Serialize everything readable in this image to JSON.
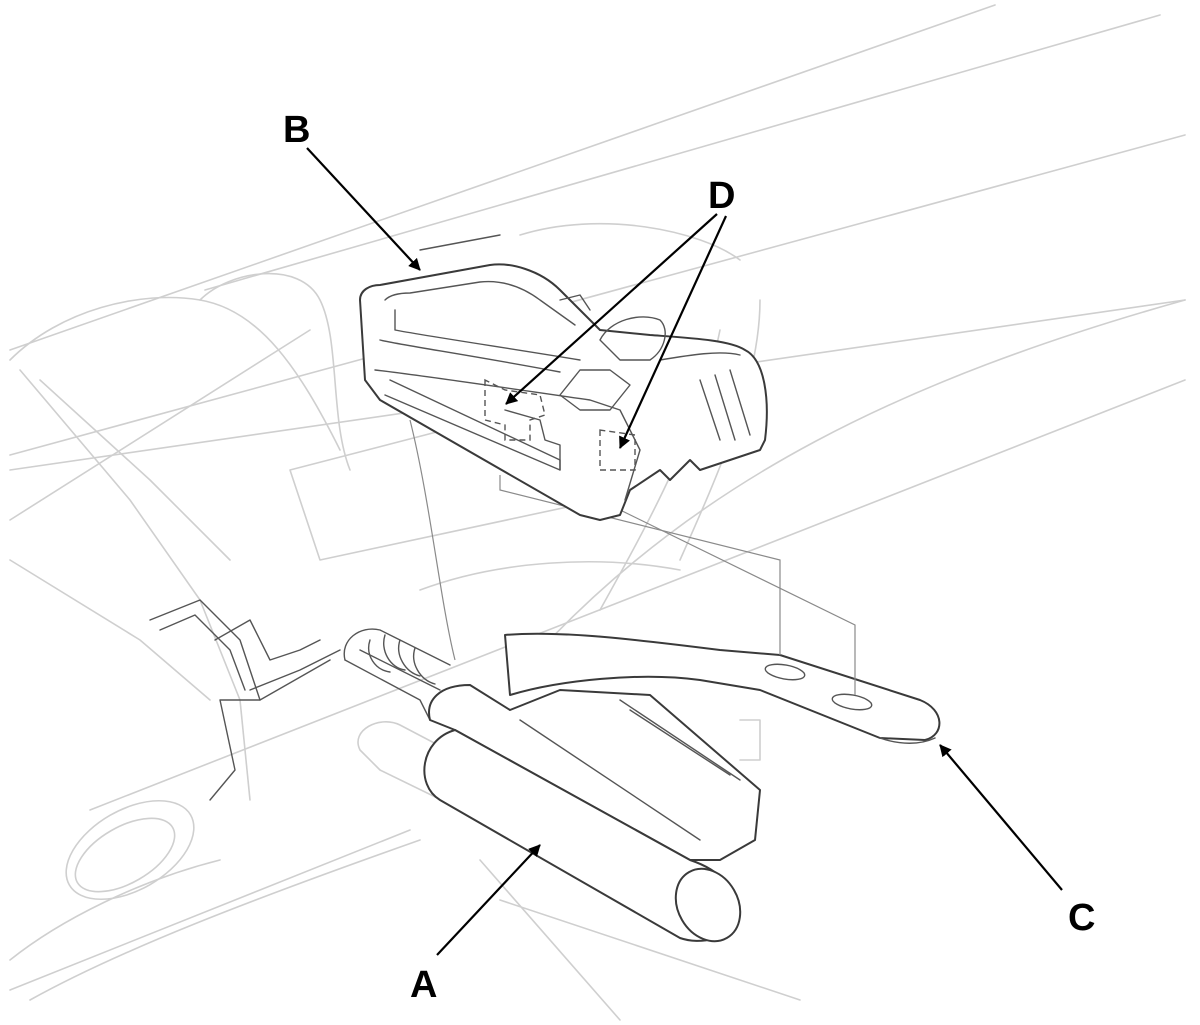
{
  "callouts": {
    "a": "A",
    "b": "B",
    "c": "C",
    "d": "D"
  },
  "colors": {
    "line_art": "#3a3a3a",
    "background_parts": "#cfcfcf",
    "labels": "#000000"
  }
}
